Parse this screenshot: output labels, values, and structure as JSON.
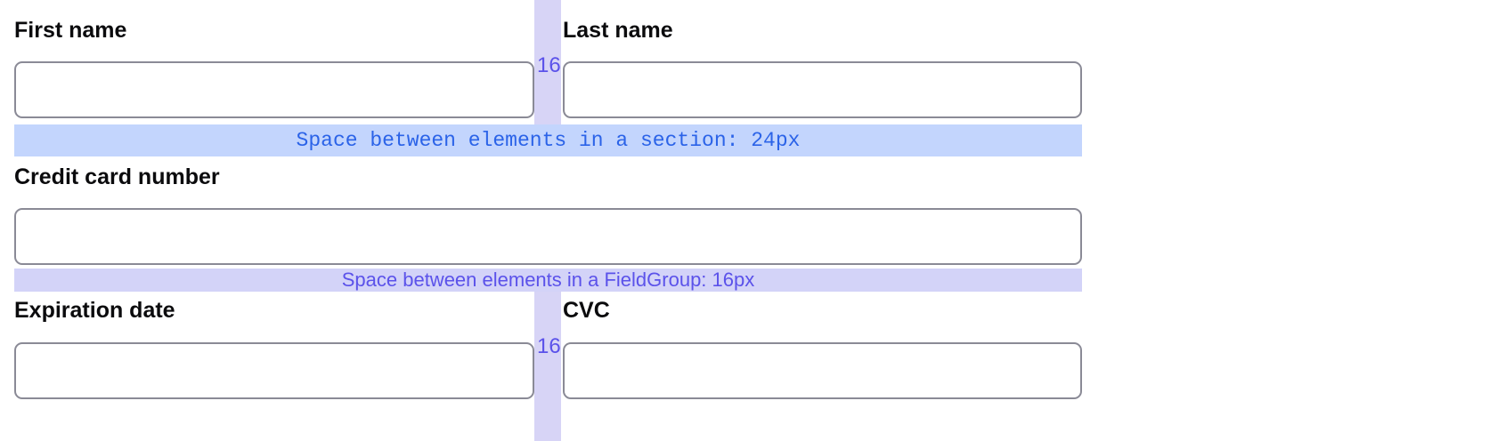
{
  "form": {
    "fields": [
      {
        "id": "first-name",
        "label": "First name",
        "value": "",
        "placeholder": ""
      },
      {
        "id": "last-name",
        "label": "Last name",
        "value": "",
        "placeholder": ""
      },
      {
        "id": "credit-card",
        "label": "Credit card number",
        "value": "",
        "placeholder": ""
      },
      {
        "id": "expiration",
        "label": "Expiration date",
        "value": "",
        "placeholder": ""
      },
      {
        "id": "cvc",
        "label": "CVC",
        "value": "",
        "placeholder": ""
      }
    ]
  },
  "annotations": {
    "bands": [
      {
        "id": "section-spacing",
        "text": "Space between elements in a section: 24px",
        "value": "24px",
        "background": "#c3d5fd",
        "color": "#2b63e8"
      },
      {
        "id": "fieldgroup-spacing",
        "text": "Space between elements in a FieldGroup: 16px",
        "value": "16px",
        "background": "#d3d3f8",
        "color": "#5b52ea"
      }
    ],
    "gap_strips": [
      {
        "id": "name-row-gap",
        "label": "16",
        "value": "16px",
        "background": "#d7d4f6",
        "color": "#5b52ea"
      },
      {
        "id": "card-row-gap",
        "label": "16",
        "value": "16px",
        "background": "#d7d4f6",
        "color": "#5b52ea"
      }
    ]
  },
  "colors": {
    "input_border": "#8a8a96",
    "input_background": "#ffffff",
    "label_text": "#0b0b0d",
    "page_background": "#ffffff"
  }
}
